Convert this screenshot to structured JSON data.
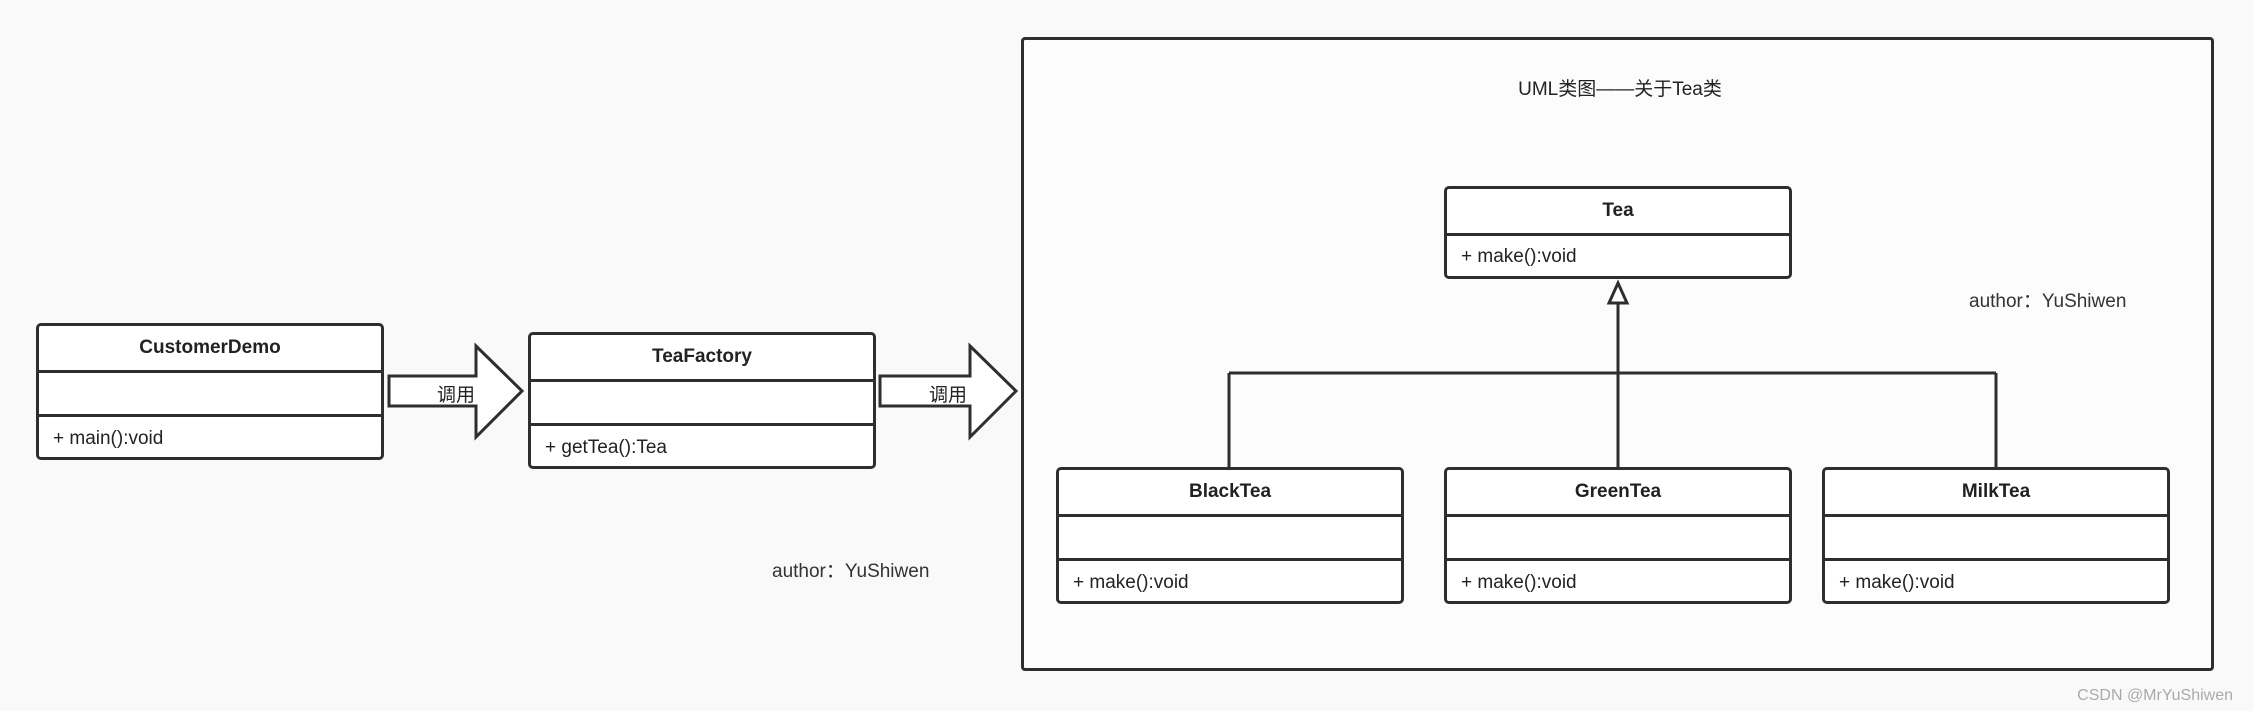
{
  "diagram_title": "UML类图——关于Tea类",
  "classes": {
    "customer_demo": {
      "name": "CustomerDemo",
      "op": "+ main():void"
    },
    "tea_factory": {
      "name": "TeaFactory",
      "op": "+ getTea():Tea"
    },
    "tea": {
      "name": "Tea",
      "op": "+ make():void"
    },
    "black_tea": {
      "name": "BlackTea",
      "op": "+ make():void"
    },
    "green_tea": {
      "name": "GreenTea",
      "op": "+ make():void"
    },
    "milk_tea": {
      "name": "MilkTea",
      "op": "+ make():void"
    }
  },
  "arrows": {
    "call_label_1": "调用",
    "call_label_2": "调用"
  },
  "authors": {
    "author_left": "author：YuShiwen",
    "author_right": "author：YuShiwen"
  },
  "watermark": "CSDN @MrYuShiwen"
}
